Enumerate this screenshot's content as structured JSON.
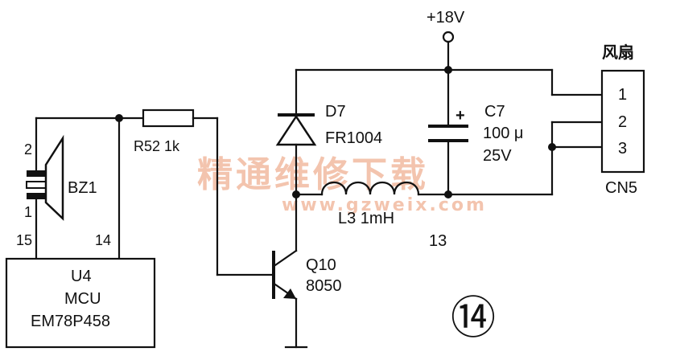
{
  "supply": {
    "label": "+18V"
  },
  "fan": {
    "title": "风扇",
    "pins": [
      "1",
      "2",
      "3"
    ],
    "connector": "CN5"
  },
  "buzzer": {
    "ref": "BZ1",
    "pin_top": "2",
    "pin_bottom": "1"
  },
  "resistor": {
    "label": "R52  1k"
  },
  "diode": {
    "ref": "D7",
    "part": "FR1004"
  },
  "capacitor": {
    "ref": "C7",
    "value": "100 μ",
    "voltage": "25V",
    "polarity": "+"
  },
  "inductor": {
    "label": "L3  1mH"
  },
  "node_label": "13",
  "transistor": {
    "ref": "Q10",
    "part": "8050"
  },
  "mcu": {
    "ref": "U4",
    "name": "MCU",
    "part": "EM78P458",
    "pin_left": "15",
    "pin_right": "14"
  },
  "figure_number": "⑭",
  "watermark": {
    "main": "精通维修下载",
    "url": "www.gzweix.com"
  }
}
